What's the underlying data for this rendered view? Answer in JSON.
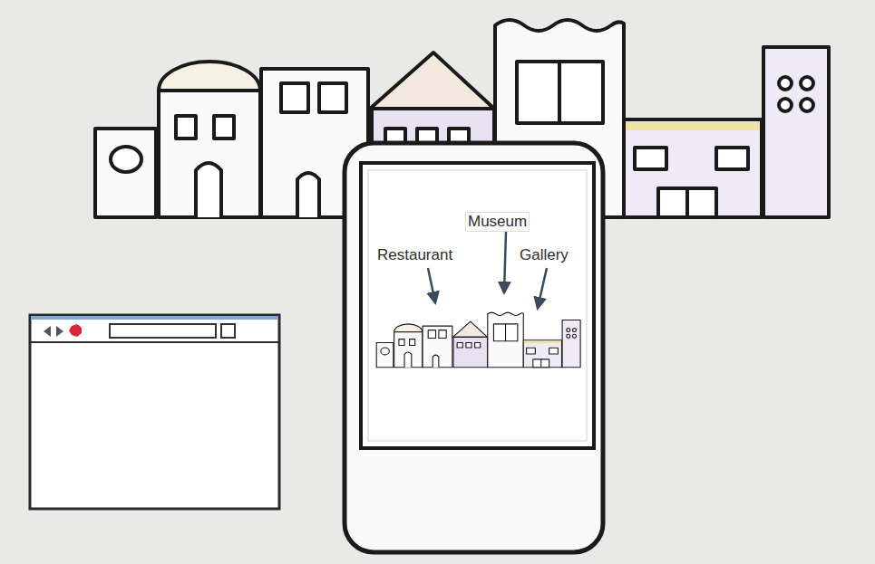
{
  "diagram": {
    "labels": [
      "Restaurant",
      "Museum",
      "Gallery"
    ]
  }
}
